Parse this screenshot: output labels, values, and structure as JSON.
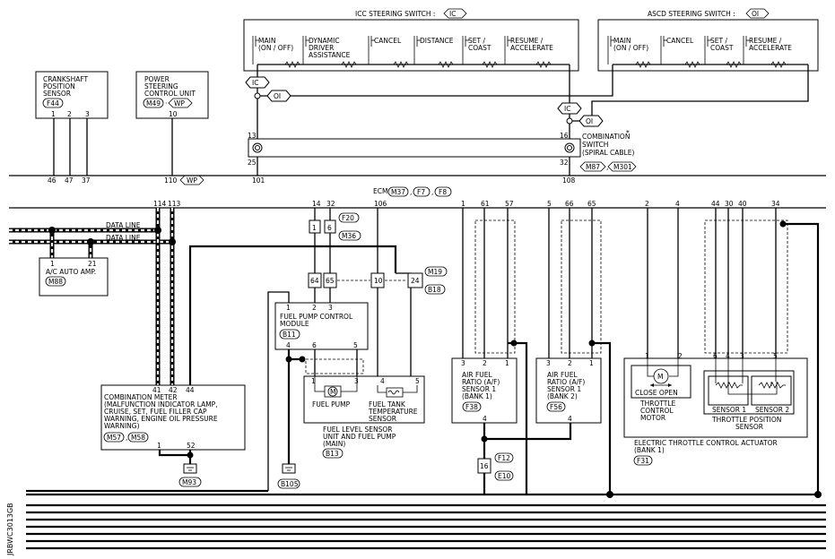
{
  "icc_switch": {
    "title": "ICC STEERING SWITCH :",
    "code": "IC",
    "switches": [
      [
        "MAIN",
        "(ON / OFF)"
      ],
      [
        "DYNAMIC",
        "DRIVER",
        "ASSISTANCE"
      ],
      [
        "CANCEL"
      ],
      [
        "DISTANCE"
      ],
      [
        "SET /",
        "COAST"
      ],
      [
        "RESUME /",
        "ACCELERATE"
      ]
    ]
  },
  "ascd_switch": {
    "title": "ASCD STEERING SWITCH :",
    "code": "OI",
    "switches": [
      [
        "MAIN",
        "(ON / OFF)"
      ],
      [
        "CANCEL"
      ],
      [
        "SET /",
        "COAST"
      ],
      [
        "RESUME /",
        "ACCELERATE"
      ]
    ]
  },
  "crankshaft": {
    "lines": [
      "CRANKSHAFT",
      "POSITION",
      "SENSOR"
    ],
    "connector": "F44",
    "pins": [
      "1",
      "2",
      "3"
    ],
    "ecm_pins": [
      "46",
      "47",
      "37"
    ]
  },
  "power_steering": {
    "lines": [
      "POWER",
      "STEERING",
      "CONTROL UNIT"
    ],
    "connector1": "M49",
    "connector2": "WP",
    "pin": "10",
    "ecm_pin": "110",
    "ecm_tag": "WP"
  },
  "tags": {
    "ic_left": "IC",
    "oi_left": "OI",
    "ic_right": "IC",
    "oi_right": "OI"
  },
  "combination_switch": {
    "lines": [
      "COMBINATION",
      "SWITCH",
      "(SPIRAL CABLE)"
    ],
    "connector1": "M87",
    "connector2": "M301",
    "star": "*",
    "pin_left_top": "13",
    "pin_left_bottom": "25",
    "pin_right_top": "16",
    "pin_right_bottom": "32",
    "ecm_pin_left": "101",
    "ecm_pin_right": "108"
  },
  "ecm": {
    "label": "ECM",
    "connectors": [
      "M37",
      "F7",
      "F8"
    ],
    "pins_top": [
      "114",
      "113",
      "14",
      "32",
      "106",
      "1",
      "61",
      "57",
      "5",
      "66",
      "65",
      "2",
      "4",
      "44",
      "30",
      "40",
      "34"
    ]
  },
  "data_line": {
    "label1": "DATA LINE",
    "label2": "DATA LINE"
  },
  "ac_amp": {
    "label": "A/C AUTO AMP.",
    "connector": "M88",
    "pins": [
      "1",
      "21"
    ]
  },
  "combination_meter": {
    "lines": [
      "COMBINATION METER",
      "(MALFUNCTION INDICATOR LAMP,",
      "CRUISE, SET, FUEL FILLER CAP",
      "WARNING, ENGINE OIL PRESSURE",
      "WARNING)"
    ],
    "connectors": [
      "M57",
      "M58"
    ],
    "pins_top": [
      "41",
      "42",
      "44"
    ],
    "pins_bottom": [
      "1",
      "52"
    ],
    "ground": "M93"
  },
  "joint": {
    "f20": "F20",
    "m36": "M36",
    "pins_a": [
      "1",
      "6"
    ],
    "m19": "M19",
    "b18": "B18",
    "pins_b": [
      "64",
      "65",
      "10",
      "24"
    ]
  },
  "fuel_pump_module": {
    "lines": [
      "FUEL PUMP CONTROL",
      "MODULE"
    ],
    "connector": "B11",
    "pins_top": [
      "1",
      "2",
      "3"
    ],
    "pins_bottom": [
      "4",
      "6",
      "5"
    ]
  },
  "fuel_level": {
    "pins": [
      "1",
      "3",
      "4",
      "5"
    ],
    "pump_label": "FUEL PUMP",
    "pump_symbol": "M",
    "temp_lines": [
      "FUEL TANK",
      "TEMPERATURE",
      "SENSOR"
    ],
    "unit_lines": [
      "FUEL LEVEL SENSOR",
      "UNIT AND FUEL PUMP",
      "(MAIN)"
    ],
    "connector": "B13"
  },
  "ground_b105": "B105",
  "af_bank1": {
    "lines": [
      "AIR FUEL",
      "RATIO (A/F)",
      "SENSOR 1",
      "(BANK 1)"
    ],
    "connector": "F38",
    "pins_top": [
      "3",
      "2",
      "1"
    ],
    "pin_bottom": "4"
  },
  "af_bank2": {
    "lines": [
      "AIR FUEL",
      "RATIO (A/F)",
      "SENSOR 1",
      "(BANK 2)"
    ],
    "connector": "F56",
    "pins_top": [
      "3",
      "2",
      "1"
    ],
    "pin_bottom": "4"
  },
  "joint2": {
    "f12": "F12",
    "e10": "E10",
    "pin": "16"
  },
  "throttle": {
    "motor_symbol": "M",
    "close_open": "CLOSE  OPEN",
    "motor_lines": [
      "THROTTLE",
      "CONTROL",
      "MOTOR"
    ],
    "pins_motor": [
      "1",
      "2"
    ],
    "pins_sensor": [
      "6",
      "4",
      "3",
      "5"
    ],
    "sensor1": "SENSOR 1",
    "sensor2": "SENSOR 2",
    "sensor_lines": [
      "THROTTLE POSITION",
      "SENSOR"
    ],
    "actuator_lines": [
      "ELECTRIC THROTTLE CONTROL ACTUATOR",
      "(BANK 1)"
    ],
    "connector": "F31"
  },
  "side_code": "JRBWC3013GB"
}
